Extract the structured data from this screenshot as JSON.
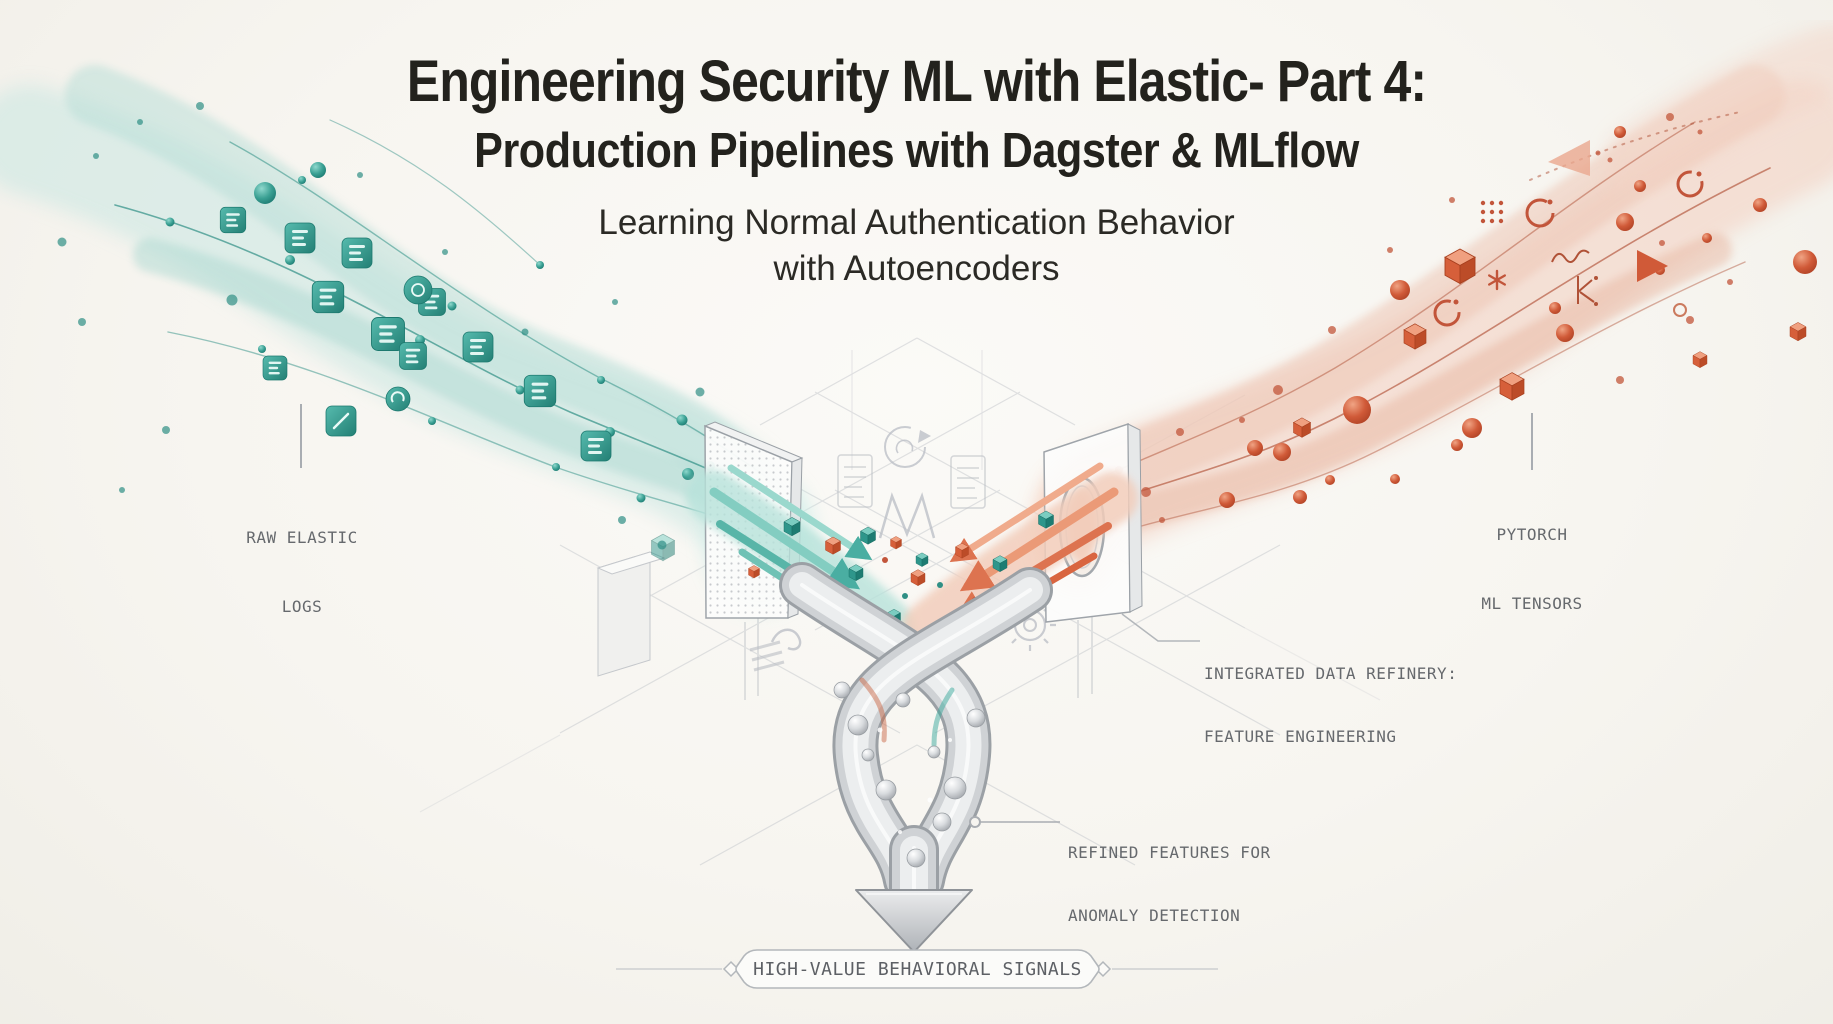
{
  "header": {
    "title_line1": "Engineering Security ML with Elastic- Part 4:",
    "title_line2": "Production Pipelines with Dagster & MLflow",
    "subtitle_line1": "Learning Normal Authentication Behavior",
    "subtitle_line2": "with Autoencoders"
  },
  "annotations": {
    "raw_logs": {
      "line1": "RAW ELASTIC",
      "line2": "LOGS"
    },
    "pytorch_tensors": {
      "line1": "PYTORCH",
      "line2": "ML TENSORS"
    },
    "refinery": {
      "line1": "INTEGRATED DATA REFINERY:",
      "line2": "FEATURE ENGINEERING"
    },
    "refined_features": {
      "line1": "REFINED FEATURES FOR",
      "line2": "ANOMALY DETECTION"
    },
    "output_banner": {
      "label": "HIGH-VALUE BEHAVIORAL SIGNALS"
    }
  },
  "palette": {
    "background": "#f7f5f0",
    "title_text": "#23221d",
    "annotation_text": "#66696d",
    "elastic_teal": "#2a968c",
    "pytorch_orange": "#cb5236",
    "refined_silver": "#b9bdc2"
  },
  "diagram": {
    "streams": [
      {
        "name": "raw-elastic-logs-stream",
        "color": "#2a968c",
        "icons": [
          "log-document-icon",
          "sphere-node-icon"
        ]
      },
      {
        "name": "pytorch-tensors-stream",
        "color": "#cb5236",
        "icons": [
          "tensor-cube-icon",
          "sphere-node-icon",
          "ring-icon",
          "play-triangle-icon"
        ]
      },
      {
        "name": "merged-feature-stream",
        "color": "#b9bdc2",
        "icons": [
          "down-arrow-icon"
        ]
      }
    ]
  }
}
